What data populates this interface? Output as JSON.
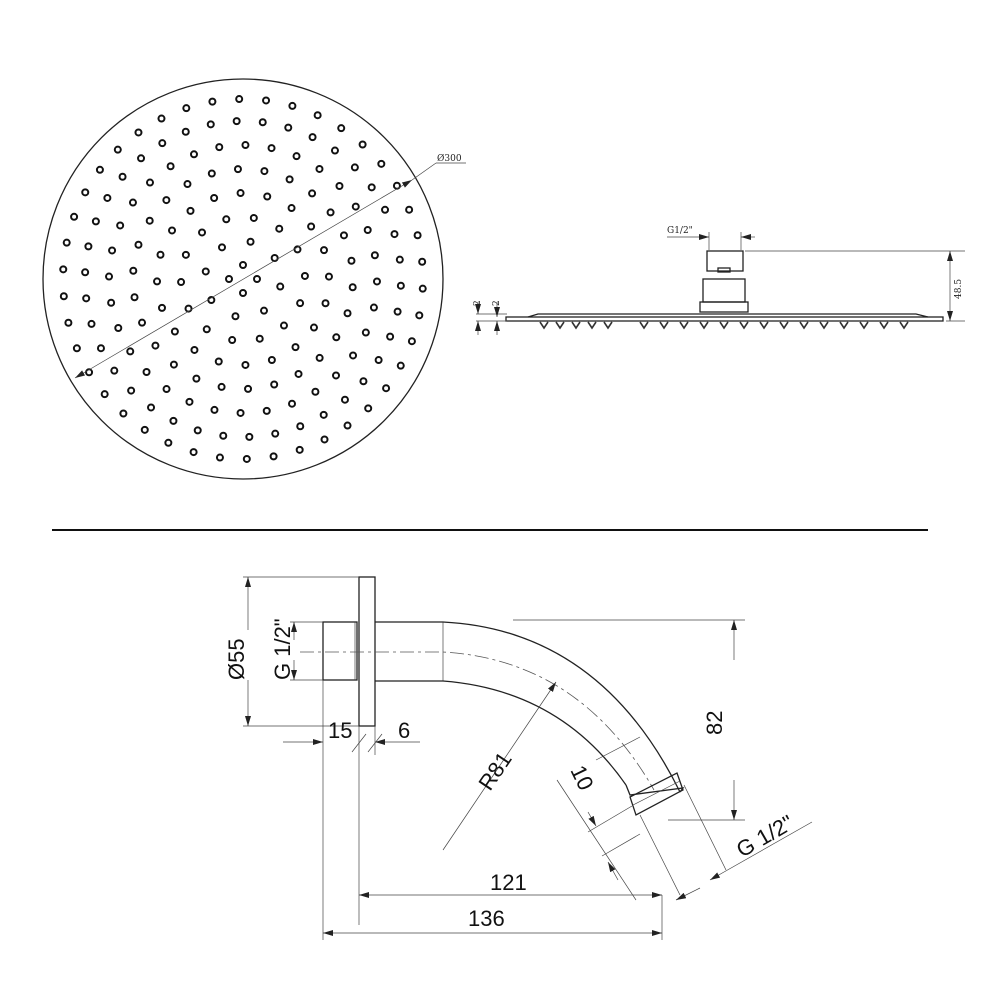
{
  "shower_head": {
    "diameter_label": "Ø300",
    "thread_label": "G1/2\"",
    "height_label": "48.5",
    "thickness_label_1": "2",
    "thickness_label_2": "2"
  },
  "shower_arm": {
    "flange_diameter_label": "Ø55",
    "inlet_thread_label": "G 1/2\"",
    "thread_length_label": "15",
    "flange_thickness_label": "6",
    "radius_label": "R81",
    "outlet_length_label": "10",
    "drop_label": "82",
    "outlet_thread_label": "G 1/2\"",
    "projection_inner_label": "121",
    "projection_total_label": "136"
  }
}
